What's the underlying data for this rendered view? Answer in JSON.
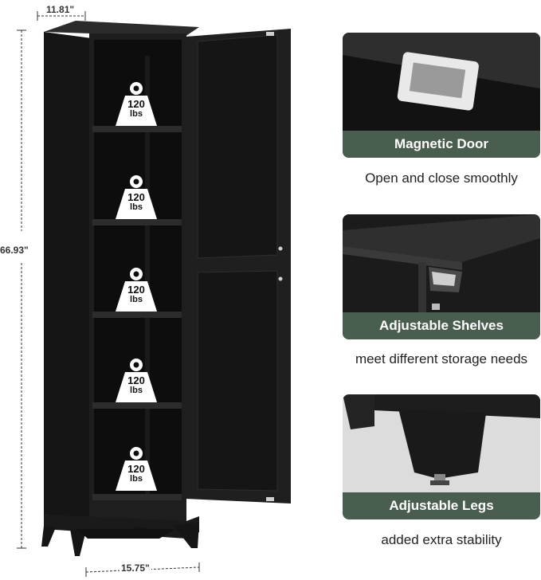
{
  "dimensions": {
    "depth": "11.81\"",
    "height": "66.93\"",
    "width": "15.75\""
  },
  "shelf_capacity": {
    "value": "120",
    "unit": "lbs",
    "count": 5
  },
  "features": [
    {
      "title": "Magnetic Door",
      "caption": "Open and close smoothly"
    },
    {
      "title": "Adjustable Shelves",
      "caption": "meet different storage needs"
    },
    {
      "title": "Adjustable Legs",
      "caption": "added extra stability"
    }
  ],
  "colors": {
    "cabinet": "#1c1c1c",
    "band": "#4a5e4f",
    "weight_icon": "#ffffff"
  }
}
